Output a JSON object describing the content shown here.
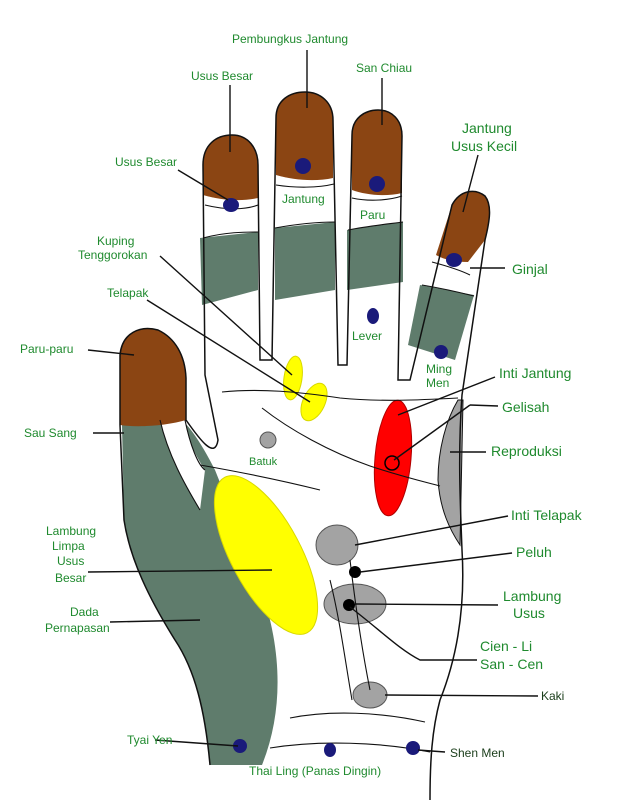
{
  "colors": {
    "brown": "#8b4513",
    "gray_green": "#5f7c6c",
    "yellow": "#ffff00",
    "red": "#ff0000",
    "gray": "#a3a3a3",
    "dot": "#1a1a7a",
    "label": "#1f8a2e"
  },
  "labels": {
    "pembungkus_jantung": "Pembungkus Jantung",
    "usus_besar_top": "Usus Besar",
    "san_chiau": "San Chiau",
    "jantung_usus_kecil_1": "Jantung",
    "jantung_usus_kecil_2": "Usus Kecil",
    "usus_besar_side": "Usus Besar",
    "jantung": "Jantung",
    "paru": "Paru",
    "kuping_1": "Kuping",
    "kuping_2": "Tenggorokan",
    "ginjal": "Ginjal",
    "telapak": "Telapak",
    "lever": "Lever",
    "paru_paru": "Paru-paru",
    "ming_men_1": "Ming",
    "ming_men_2": "Men",
    "inti_jantung": "Inti Jantung",
    "gelisah": "Gelisah",
    "sau_sang": "Sau Sang",
    "batuk": "Batuk",
    "reproduksi": "Reproduksi",
    "inti_telapak": "Inti Telapak",
    "lambung_limpa_1": "Lambung",
    "lambung_limpa_2": "Limpa",
    "lambung_limpa_3": "Usus",
    "lambung_limpa_4": "Besar",
    "peluh": "Peluh",
    "lambung_usus_1": "Lambung",
    "lambung_usus_2": "Usus",
    "dada_1": "Dada",
    "dada_2": "Pernapasan",
    "cien_li_1": "Cien - Li",
    "cien_li_2": "San - Cen",
    "kaki": "Kaki",
    "tyai_yen": "Tyai Yen",
    "shen_men": "Shen Men",
    "thai_ling": "Thai Ling (Panas Dingin)"
  }
}
